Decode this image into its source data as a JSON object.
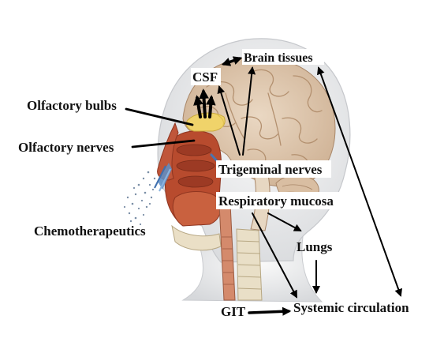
{
  "labels": {
    "brain_tissues": "Brain tissues",
    "csf": "CSF",
    "olfactory_bulbs": "Olfactory bulbs",
    "olfactory_nerves": "Olfactory nerves",
    "trigeminal_nerves": "Trigeminal nerves",
    "respiratory_mucosa": "Respiratory mucosa",
    "chemotherapeutics": "Chemotherapeutics",
    "lungs": "Lungs",
    "git": "GIT",
    "systemic_circulation": "Systemic circulation"
  },
  "colors": {
    "skin": "#f3f3f1",
    "skin_shadow": "#d9dadc",
    "brain": "#e2ccb5",
    "brain_fold": "#b99a7c",
    "muscle": "#b84b2e",
    "muscle_dark": "#8f3520",
    "bulb": "#f0d36a",
    "spray": "#5d8fc8",
    "bone": "#eae0c8",
    "arrow": "#000000"
  }
}
